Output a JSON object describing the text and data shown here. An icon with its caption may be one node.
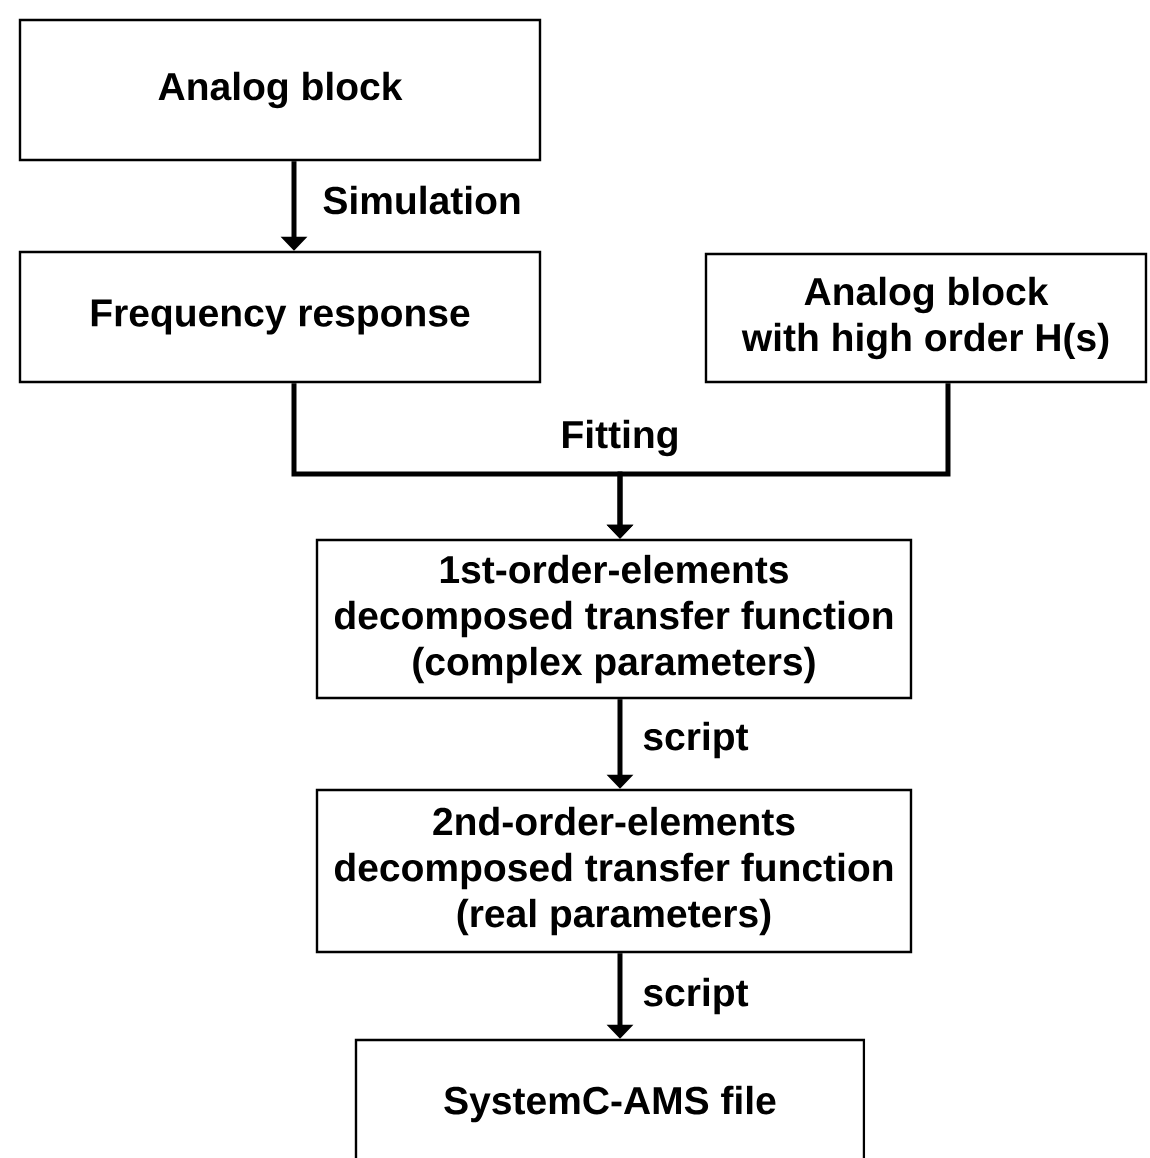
{
  "diagram": {
    "nodes": [
      {
        "text": [
          "Analog block"
        ]
      },
      {
        "text": [
          "Frequency response"
        ]
      },
      {
        "text": [
          "Analog block with high order H(s)"
        ]
      },
      {
        "text": [
          "1st-order-elements decomposed transfer function (complex parameters)"
        ]
      },
      {
        "text": [
          "2nd-order-elements decomposed transfer function (real parameters)"
        ]
      },
      {
        "text": [
          "SystemC-AMS file"
        ]
      }
    ],
    "edges": [
      {
        "from": 0,
        "to": 1,
        "arrow": "to",
        "label": "Simulation"
      },
      {
        "from": 1,
        "to": 3,
        "arrow": "to",
        "label": "Fitting"
      },
      {
        "from": 2,
        "to": 3,
        "arrow": "to"
      },
      {
        "from": 3,
        "to": 4,
        "arrow": "to",
        "label": "script"
      },
      {
        "from": 4,
        "to": 5,
        "arrow": "to",
        "label": "script"
      }
    ]
  }
}
